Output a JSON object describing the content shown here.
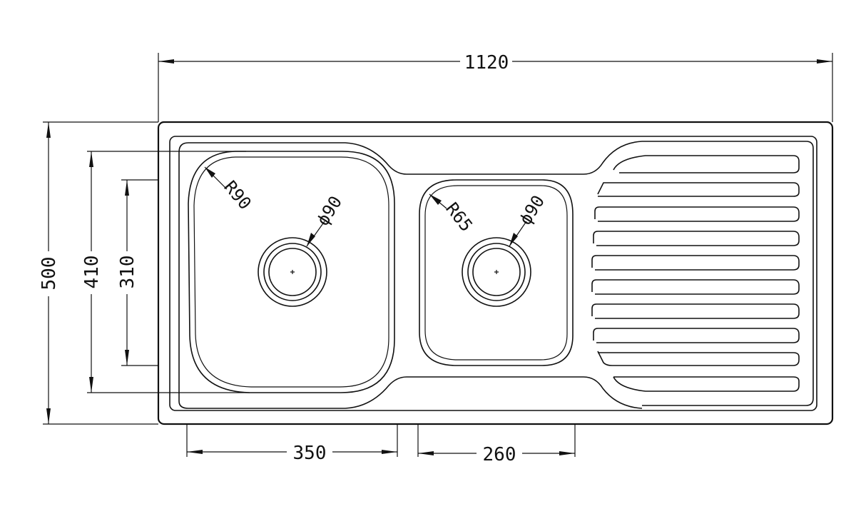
{
  "dimensions": {
    "overall_width": "1120",
    "overall_depth": "500",
    "bowl_depth": "410",
    "small_bowl_depth": "310",
    "large_bowl_width": "350",
    "small_bowl_width": "260"
  },
  "annotations": {
    "large_bowl_radius": "R90",
    "small_bowl_radius": "R65",
    "large_drain_diameter": "ϕ90",
    "small_drain_diameter": "ϕ90"
  }
}
